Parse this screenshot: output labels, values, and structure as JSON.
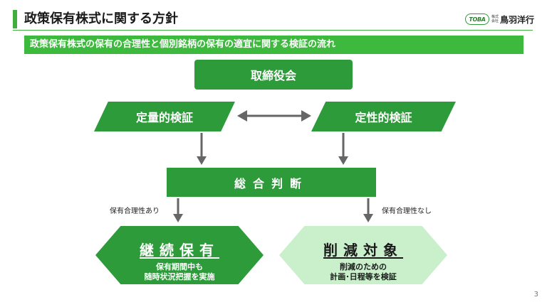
{
  "header": {
    "title": "政策保有株式に関する方針",
    "logo_badge": "TOBA",
    "logo_small": "株式会社",
    "logo_name": "鳥羽洋行"
  },
  "subtitle": "政策保有株式の保有の合理性と個別銘柄の保有の適宜に関する検証の流れ",
  "diagram": {
    "top_node": "取締役会",
    "quantitative": "定量的検証",
    "qualitative": "定性的検証",
    "judgment": "総合判断",
    "left_edge_label": "保有合理性あり",
    "right_edge_label": "保有合理性なし",
    "keep": {
      "title": "継続保有",
      "line1": "保有期間中も",
      "line2": "随時状況把握を実施"
    },
    "reduce": {
      "title": "削減対象",
      "line1": "削減のための",
      "line2": "計画･日程等を検証"
    }
  },
  "colors": {
    "green": "#2e9b3a",
    "light_green": "#c9f0cb",
    "band_green": "#3dba3d",
    "arrow_gray": "#666666"
  },
  "page_number": "3"
}
